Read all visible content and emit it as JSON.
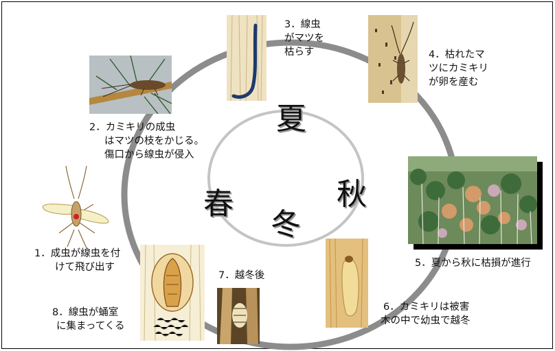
{
  "seasons": {
    "summer": "夏",
    "spring": "春",
    "autumn": "秋",
    "winter": "冬"
  },
  "steps": [
    {
      "lines": [
        "1．成虫が線虫を付",
        "けて飛び出す"
      ]
    },
    {
      "lines": [
        "2．カミキリの成虫",
        "はマツの枝をかじる。",
        "傷口から線虫が侵入"
      ]
    },
    {
      "lines": [
        "3．線虫",
        "がマツを",
        "枯らす"
      ]
    },
    {
      "lines": [
        "4．枯れたマ",
        "ツにカミキリ",
        "が卵を産む"
      ]
    },
    {
      "lines": [
        "5．夏から秋に枯損が進行"
      ]
    },
    {
      "lines": [
        "6．カミキリは被害",
        "木の中で幼虫で越冬"
      ]
    },
    {
      "lines": [
        "7．越冬後"
      ]
    },
    {
      "lines": [
        "8．線虫が蛹室",
        "に集まってくる"
      ]
    }
  ],
  "colors": {
    "outer_ring": "#8c8c8c",
    "inner_ring": "#c4c4c4",
    "text": "#111111"
  }
}
